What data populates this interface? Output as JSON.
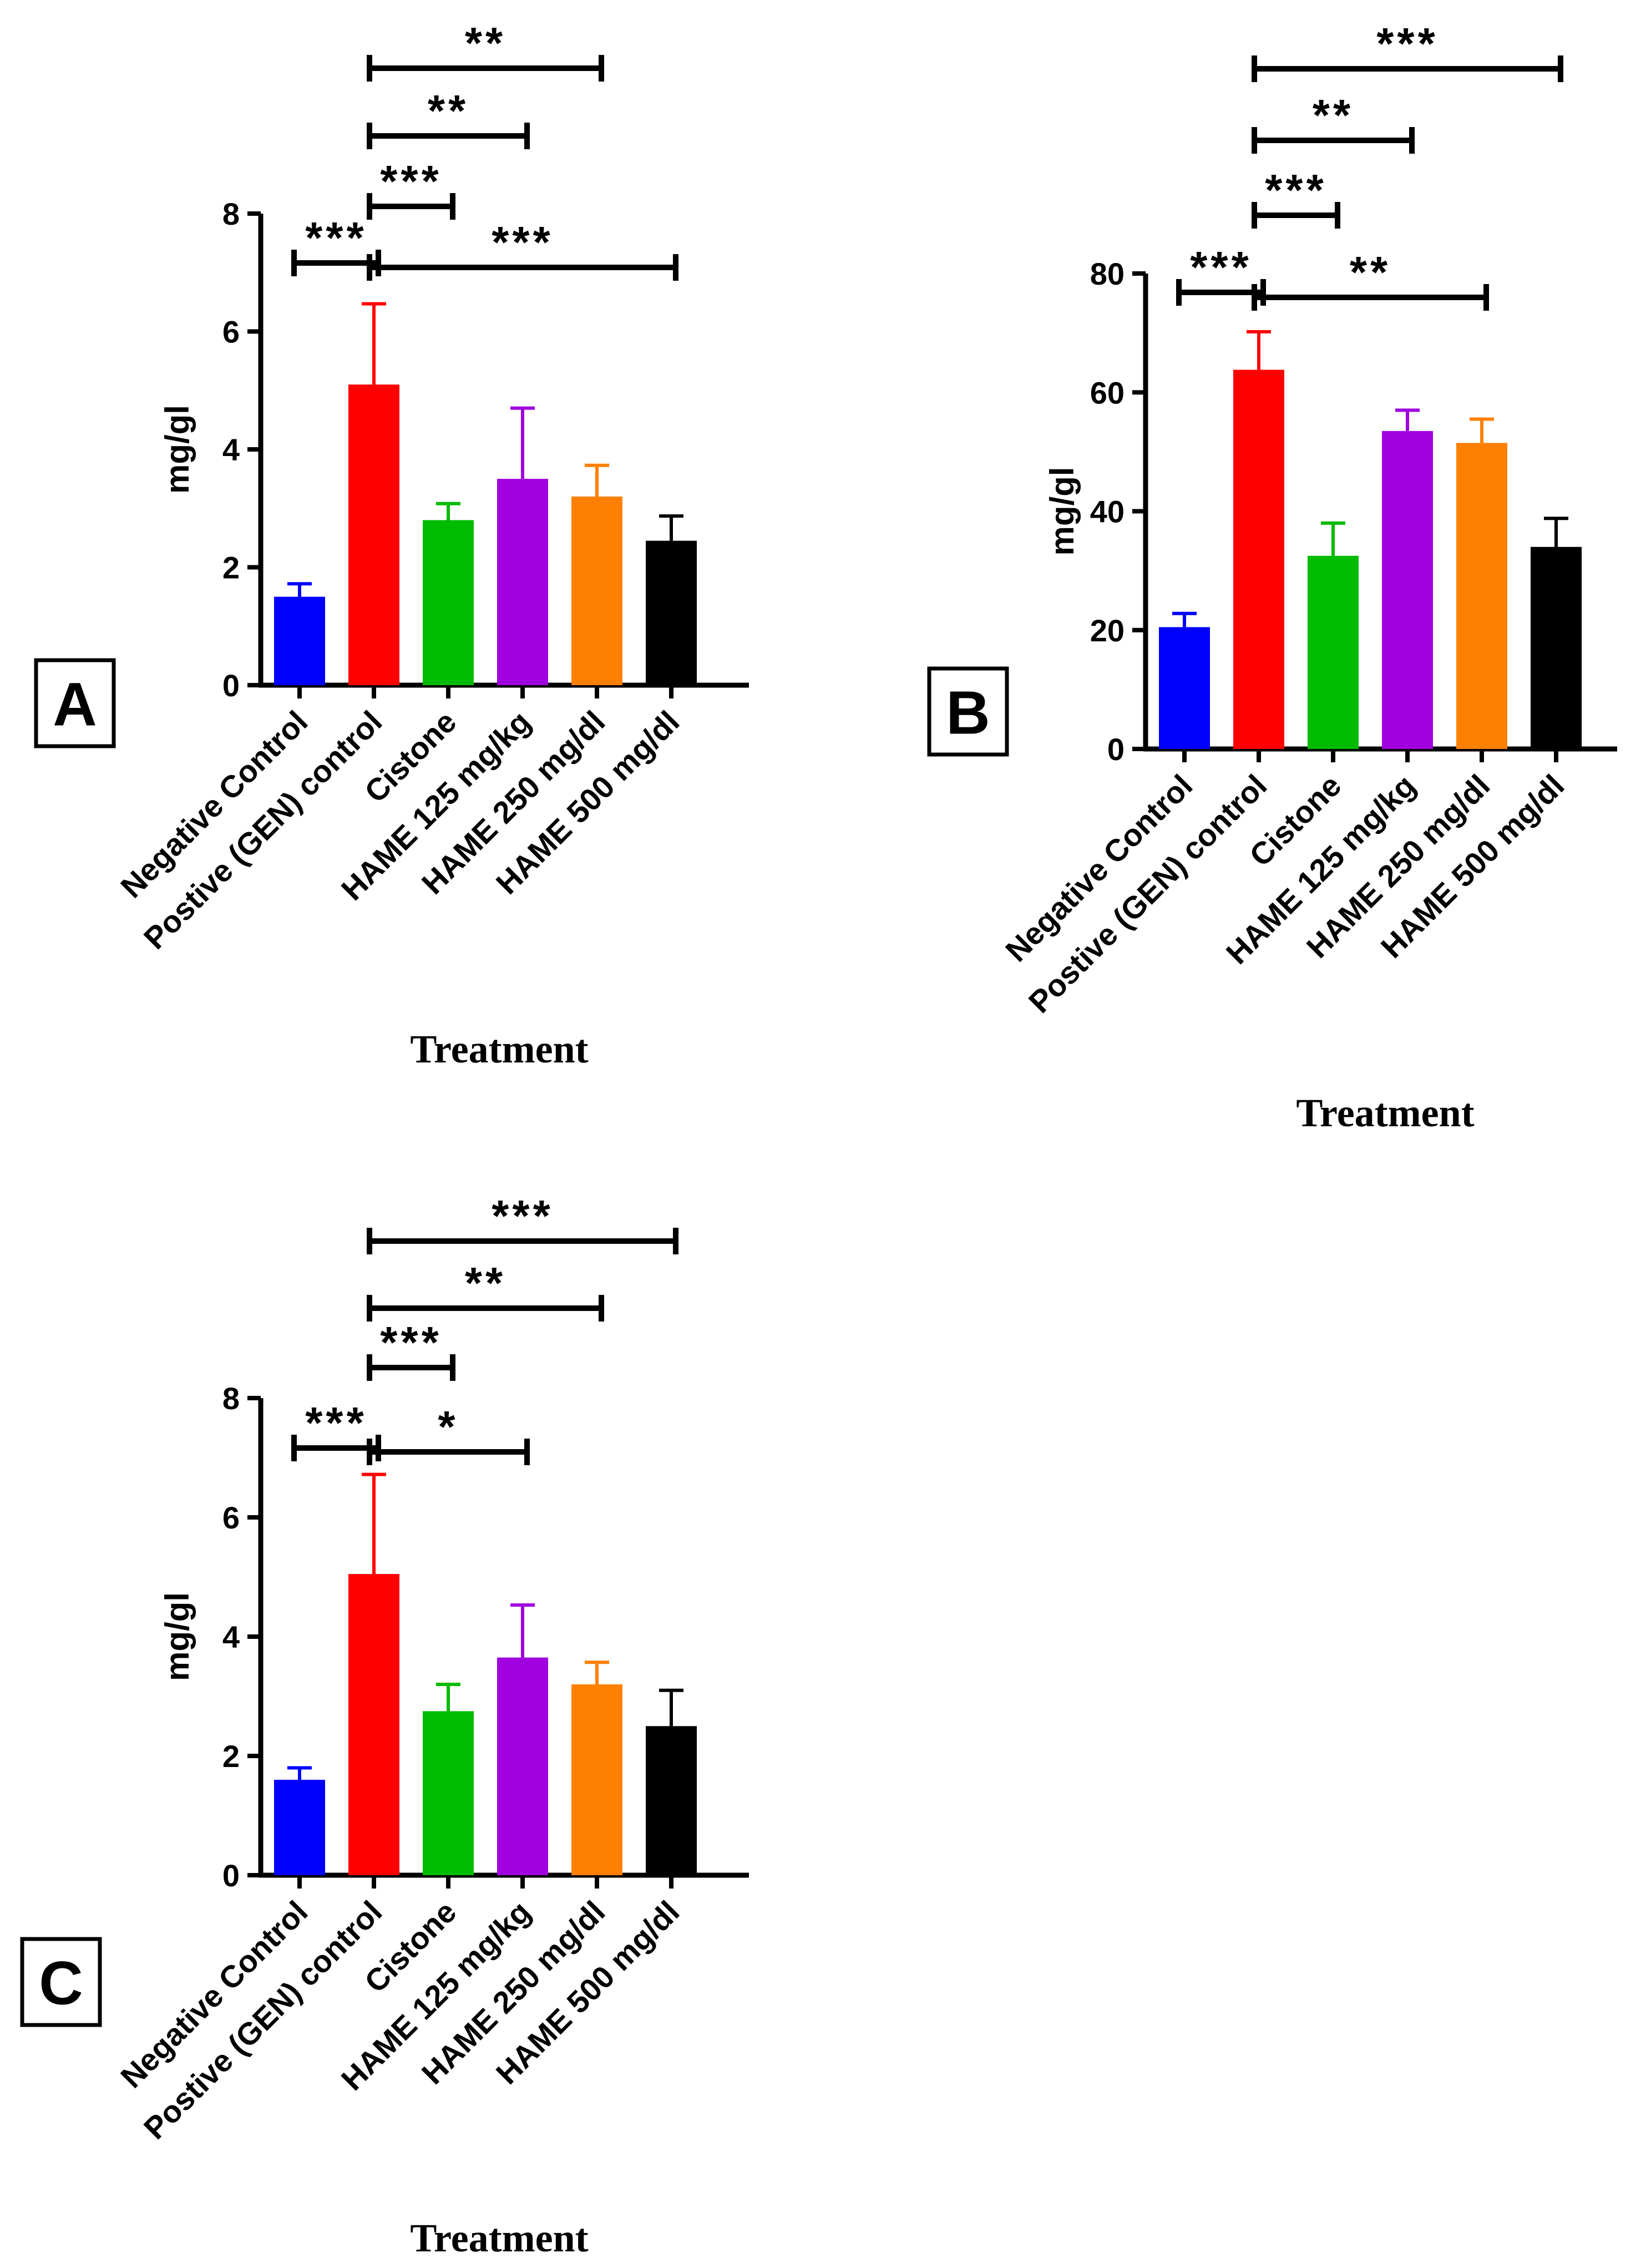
{
  "chart_data": [
    {
      "panel": "A",
      "type": "bar",
      "categories": [
        "Negative Control",
        "Postive (GEN) control",
        "Cistone",
        "HAME 125 mg/kg",
        "HAME 250 mg/dl",
        "HAME 500 mg/dl"
      ],
      "values": [
        1.5,
        5.1,
        2.8,
        3.5,
        3.2,
        2.45
      ],
      "errors": [
        0.22,
        1.37,
        0.28,
        1.2,
        0.53,
        0.42
      ],
      "colors": [
        "#0000ff",
        "#ff0000",
        "#00bb00",
        "#a000e0",
        "#ff8000",
        "#000000"
      ],
      "ylabel": "mg/gl",
      "xlabel": "Treatment",
      "ylim": [
        0,
        8
      ],
      "yticks": [
        0,
        2,
        4,
        6,
        8
      ],
      "grid": false,
      "significance": [
        {
          "from": 0,
          "to": 1,
          "label": "***"
        },
        {
          "from": 1,
          "to": 5,
          "label": "***"
        },
        {
          "from": 1,
          "to": 2,
          "label": "***"
        },
        {
          "from": 1,
          "to": 3,
          "label": "**"
        },
        {
          "from": 1,
          "to": 4,
          "label": "**"
        }
      ]
    },
    {
      "panel": "B",
      "type": "bar",
      "categories": [
        "Negative Control",
        "Postive (GEN) control",
        "Cistone",
        "HAME 125 mg/kg",
        "HAME 250 mg/dl",
        "HAME 500 mg/dl"
      ],
      "values": [
        20.5,
        63.8,
        32.5,
        53.5,
        51.5,
        34
      ],
      "errors": [
        2.3,
        6.4,
        5.5,
        3.5,
        4.0,
        4.8
      ],
      "colors": [
        "#0000ff",
        "#ff0000",
        "#00bb00",
        "#a000e0",
        "#ff8000",
        "#000000"
      ],
      "ylabel": "mg/gl",
      "xlabel": "Treatment",
      "ylim": [
        0,
        80
      ],
      "yticks": [
        0,
        20,
        40,
        60,
        80
      ],
      "grid": false,
      "significance": [
        {
          "from": 0,
          "to": 1,
          "label": "***"
        },
        {
          "from": 1,
          "to": 4,
          "label": "**"
        },
        {
          "from": 1,
          "to": 2,
          "label": "***"
        },
        {
          "from": 1,
          "to": 3,
          "label": "**"
        },
        {
          "from": 1,
          "to": 5,
          "label": "***"
        }
      ]
    },
    {
      "panel": "C",
      "type": "bar",
      "categories": [
        "Negative Control",
        "Postive (GEN) control",
        "Cistone",
        "HAME 125 mg/kg",
        "HAME 250 mg/dl",
        "HAME 500 mg/dl"
      ],
      "values": [
        1.6,
        5.05,
        2.75,
        3.65,
        3.2,
        2.5
      ],
      "errors": [
        0.2,
        1.67,
        0.45,
        0.88,
        0.37,
        0.6
      ],
      "colors": [
        "#0000ff",
        "#ff0000",
        "#00bb00",
        "#a000e0",
        "#ff8000",
        "#000000"
      ],
      "ylabel": "mg/gl",
      "xlabel": "Treatment",
      "ylim": [
        0,
        8
      ],
      "yticks": [
        0,
        2,
        4,
        6,
        8
      ],
      "grid": false,
      "significance": [
        {
          "from": 0,
          "to": 1,
          "label": "***"
        },
        {
          "from": 1,
          "to": 3,
          "label": "*"
        },
        {
          "from": 1,
          "to": 2,
          "label": "***"
        },
        {
          "from": 1,
          "to": 4,
          "label": "**"
        },
        {
          "from": 1,
          "to": 5,
          "label": "***"
        }
      ]
    }
  ]
}
